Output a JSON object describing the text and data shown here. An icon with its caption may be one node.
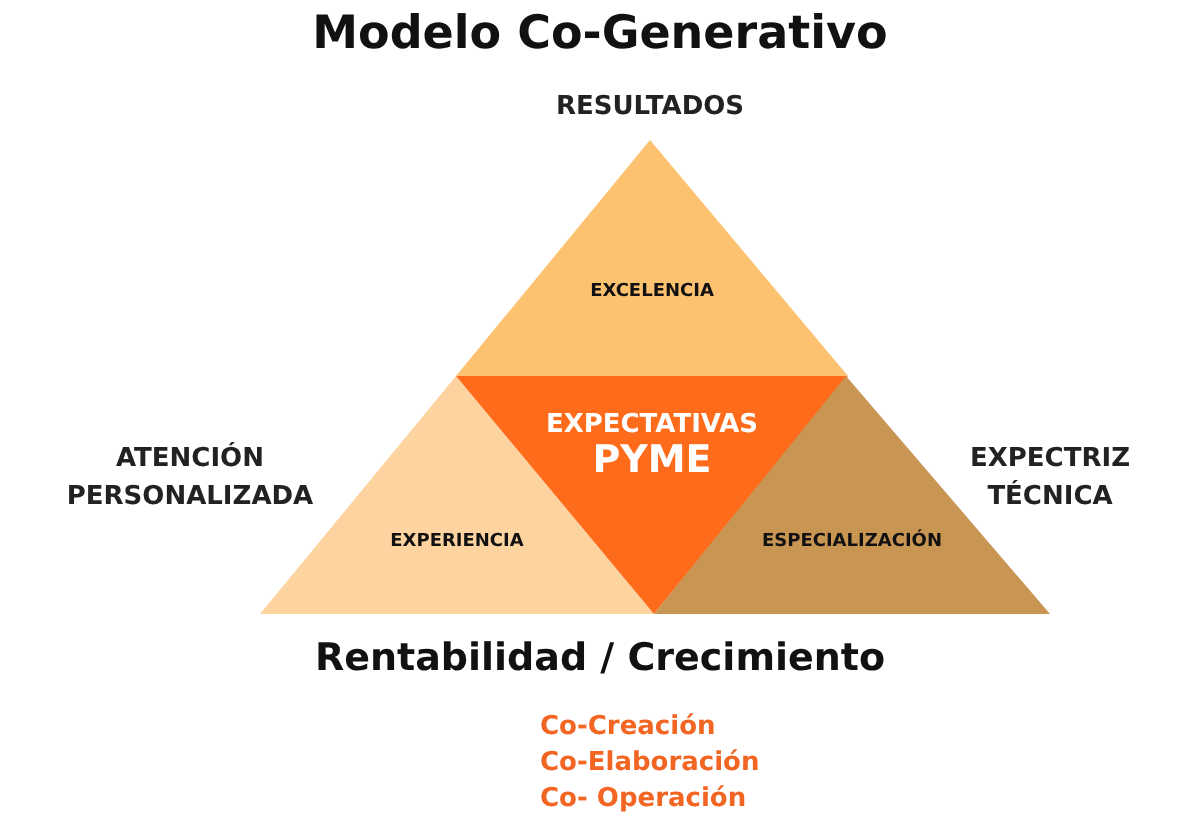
{
  "diagram": {
    "title": "Modelo Co-Generativo",
    "nodes": [
      {
        "text": [
          "EXCELENCIA"
        ]
      },
      {
        "text": [
          "EXPERIENCIA"
        ]
      },
      {
        "text": [
          "EXPECTATIVAS",
          "PYME"
        ]
      },
      {
        "text": [
          "ESPECIALIZACIÓN"
        ]
      }
    ],
    "edges": [],
    "labels": [
      "RESULTADOS",
      "ATENCIÓN PERSONALIZADA",
      "EXPECTRIZ TÉCNICA",
      "Rentabilidad / Crecimiento",
      "Co-Creación",
      "Co-Elaboración",
      "Co- Operación"
    ]
  }
}
